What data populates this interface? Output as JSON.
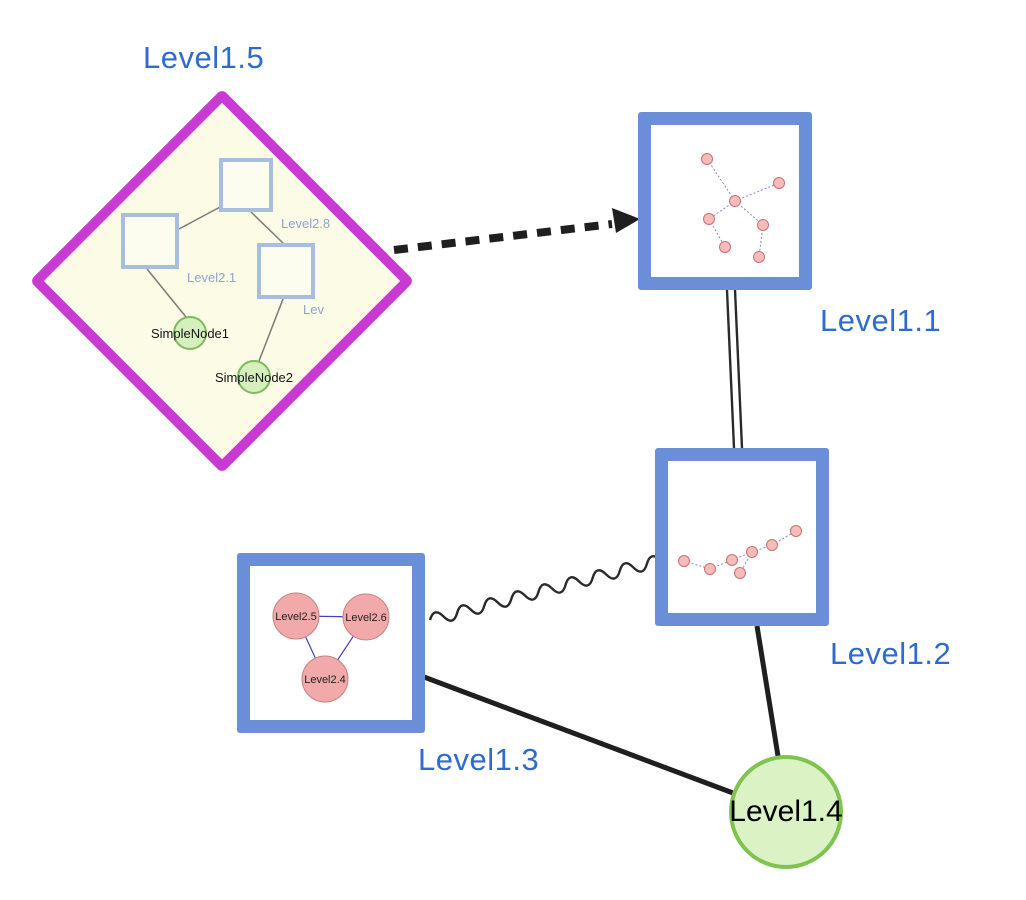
{
  "graph": {
    "nodes": [
      {
        "id": "Level1.5",
        "label": "Level1.5",
        "shape": "diamond",
        "border_color": "#c83ad2",
        "fill": "#fbfbe6"
      },
      {
        "id": "Level1.1",
        "label": "Level1.1",
        "shape": "square",
        "border_color": "#6a8fd8",
        "fill": "#ffffff"
      },
      {
        "id": "Level1.2",
        "label": "Level1.2",
        "shape": "square",
        "border_color": "#6a8fd8",
        "fill": "#ffffff"
      },
      {
        "id": "Level1.3",
        "label": "Level1.3",
        "shape": "square",
        "border_color": "#6a8fd8",
        "fill": "#ffffff"
      },
      {
        "id": "Level1.4",
        "label": "Level1.4",
        "shape": "circle",
        "border_color": "#7fc350",
        "fill": "#daf2c4"
      }
    ],
    "edges": [
      {
        "from": "Level1.5",
        "to": "Level1.1",
        "style": "thick-dashed-arrow"
      },
      {
        "from": "Level1.1",
        "to": "Level1.2",
        "style": "double-line"
      },
      {
        "from": "Level1.3",
        "to": "Level1.2",
        "style": "wavy"
      },
      {
        "from": "Level1.3",
        "to": "Level1.4",
        "style": "solid"
      },
      {
        "from": "Level1.2",
        "to": "Level1.4",
        "style": "solid"
      }
    ],
    "level15_contents": {
      "squares": [
        "Level2.8",
        "Level2.1",
        "Lev"
      ],
      "circles": [
        "SimpleNode1",
        "SimpleNode2"
      ],
      "edges": [
        [
          "Level2.1",
          "Level2.8"
        ],
        [
          "Level2.8",
          "Lev"
        ],
        [
          "Level2.1",
          "SimpleNode1"
        ],
        [
          "Lev",
          "SimpleNode2"
        ]
      ]
    },
    "level13_contents": {
      "circles": [
        "Level2.5",
        "Level2.6",
        "Level2.4"
      ],
      "edges": [
        [
          "Level2.5",
          "Level2.6"
        ],
        [
          "Level2.5",
          "Level2.4"
        ],
        [
          "Level2.6",
          "Level2.4"
        ]
      ]
    },
    "colors": {
      "label_blue": "#2f6bce",
      "node_border_blue": "#6a8fd8",
      "diamond_magenta": "#c83ad2",
      "diamond_fill_yellow": "#fbfbe6",
      "green_fill": "#daf2c4",
      "green_border": "#7fc350",
      "pink_node_fill": "#f2a9a9",
      "edge_black": "#1f1f1f"
    }
  }
}
